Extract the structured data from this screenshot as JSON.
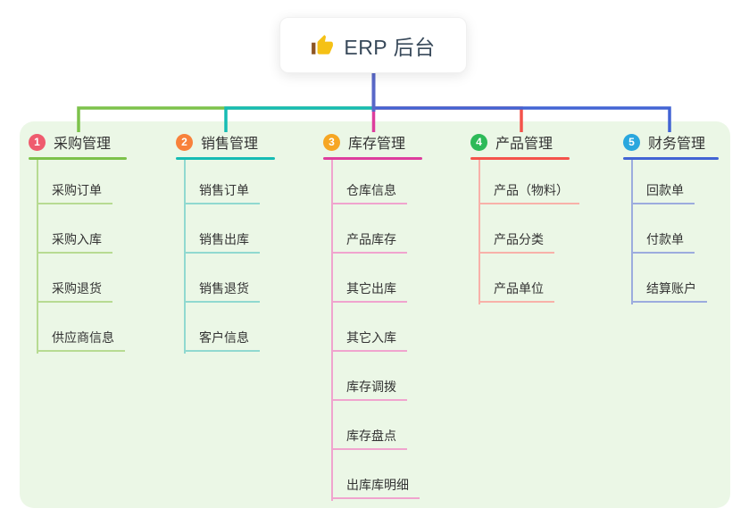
{
  "root": {
    "label": "ERP 后台",
    "icon": "thumbs-up-icon"
  },
  "branches": [
    {
      "index": "1",
      "label": "采购管理",
      "badge_color": "#ef5b6e",
      "accent_color": "#7dc24b",
      "child_line_color": "#b7db92",
      "children": [
        "采购订单",
        "采购入库",
        "采购退货",
        "供应商信息"
      ]
    },
    {
      "index": "2",
      "label": "销售管理",
      "badge_color": "#f8813b",
      "accent_color": "#16bcb4",
      "child_line_color": "#90d9d0",
      "children": [
        "销售订单",
        "销售出库",
        "销售退货",
        "客户信息"
      ]
    },
    {
      "index": "3",
      "label": "库存管理",
      "badge_color": "#f6a623",
      "accent_color": "#dd3d9d",
      "child_line_color": "#f0a4ce",
      "children": [
        "仓库信息",
        "产品库存",
        "其它出库",
        "其它入库",
        "库存调拨",
        "库存盘点",
        "出库库明细"
      ]
    },
    {
      "index": "4",
      "label": "产品管理",
      "badge_color": "#2dba58",
      "accent_color": "#f4534b",
      "child_line_color": "#f8b1a9",
      "children": [
        "产品（物料）",
        "产品分类",
        "产品单位"
      ]
    },
    {
      "index": "5",
      "label": "财务管理",
      "badge_color": "#29a7de",
      "accent_color": "#4264d4",
      "child_line_color": "#9cacde",
      "children": [
        "回款单",
        "付款单",
        "结算账户"
      ]
    }
  ],
  "theme": {
    "root_line_color": "#5968c8",
    "panel_background": "#ebf7e6",
    "node_text_color": "#333333",
    "root_text_color": "#38495a"
  }
}
